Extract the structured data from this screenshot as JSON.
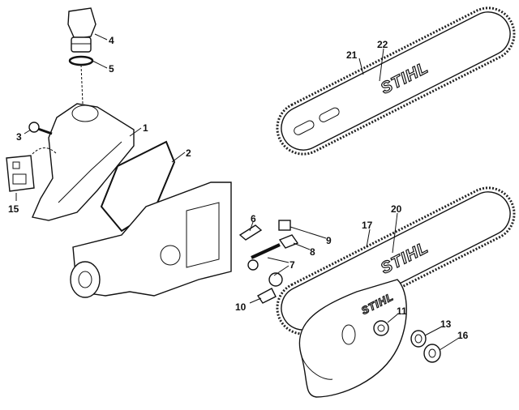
{
  "brand": "STIHL",
  "callouts": {
    "p1": "1",
    "p2": "2",
    "p3": "3",
    "p4": "4",
    "p5": "5",
    "p6": "6",
    "p7": "7",
    "p8": "8",
    "p9": "9",
    "p10": "10",
    "p11": "11",
    "p13": "13",
    "p15": "15",
    "p16": "16",
    "p17": "17",
    "p20": "20",
    "p21": "21",
    "p22": "22"
  }
}
